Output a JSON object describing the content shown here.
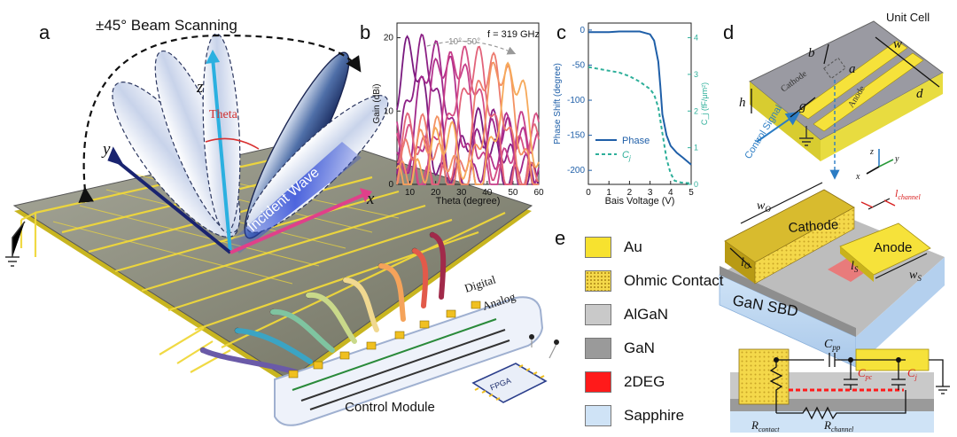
{
  "panels": {
    "a": "a",
    "b": "b",
    "c": "c",
    "d": "d",
    "e": "e"
  },
  "panel_a": {
    "beam_scanning": "±45° Beam Scanning",
    "theta": "Theta",
    "axis_z": "z",
    "axis_y": "y",
    "axis_x": "x",
    "incident_wave": "Incident Wave",
    "digital": "Digital",
    "analog": "Analog",
    "fpga": "FPGA",
    "control_module": "Control Module"
  },
  "panel_d": {
    "unit_cell": "Unit Cell",
    "a": "a",
    "b": "b",
    "w": "w",
    "g": "g",
    "d": "d",
    "h": "h",
    "cathode": "Cathode",
    "anode": "Anode",
    "control_signal": "Control Signal",
    "ax_z": "z",
    "ax_y": "y",
    "ax_x": "x",
    "cathode_big": "Cathode",
    "anode_big": "Anode",
    "w_o": "w",
    "w_o_sub": "O",
    "l_o": "l",
    "l_o_sub": "O",
    "l_s": "l",
    "l_s_sub": "S",
    "w_s": "w",
    "w_s_sub": "S",
    "l_channel": "l",
    "l_channel_sub": "channel",
    "gan_sbd": "GaN SBD",
    "c_pp": "C",
    "c_pp_sub": "pp",
    "c_pc": "C",
    "c_pc_sub": "pc",
    "c_j": "C",
    "c_j_sub": "j",
    "r_contact": "R",
    "r_contact_sub": "contact",
    "r_channel": "R",
    "r_channel_sub": "channel"
  },
  "legend": [
    {
      "label": "Au",
      "color": "#f7e22f",
      "pattern": false
    },
    {
      "label": "Ohmic Contact",
      "color": "#f4d84a",
      "pattern": true
    },
    {
      "label": "AlGaN",
      "color": "#c9c9c9",
      "pattern": false
    },
    {
      "label": "GaN",
      "color": "#9a9a9a",
      "pattern": false
    },
    {
      "label": "2DEG",
      "color": "#ff1a1a",
      "pattern": false
    },
    {
      "label": "Sapphire",
      "color": "#cfe3f6",
      "pattern": false
    }
  ],
  "chart_data": [
    {
      "type": "line",
      "title": "f = 319 GHz",
      "annotation": "10°~50°",
      "xlabel": "Theta (degree)",
      "ylabel": "Gain (dBi)",
      "xlim": [
        5,
        60
      ],
      "ylim": [
        0,
        22
      ],
      "xticks": [
        10,
        20,
        30,
        40,
        50,
        60
      ],
      "yticks": [
        0,
        10,
        20
      ],
      "xtick_labels": [
        "10",
        "20",
        "30",
        "40",
        "50",
        "60"
      ],
      "ytick_labels": [
        "0",
        "10",
        "20"
      ],
      "peak_angles": [
        10,
        15,
        19,
        23,
        28,
        32,
        36,
        41,
        45,
        50
      ],
      "peak_gains": [
        18,
        18,
        17.5,
        17,
        17,
        16.5,
        16.5,
        16,
        16,
        15
      ],
      "colors": [
        "#7a1a7f",
        "#8c2085",
        "#a0278a",
        "#b3318c",
        "#c63f8a",
        "#d54f84",
        "#e2637a",
        "#ec7a6d",
        "#f39262",
        "#f6a95a"
      ]
    },
    {
      "type": "line",
      "xlabel": "Bais Voltage (V)",
      "ylabel": "Phase Shift (degree)",
      "ylabel_right": "C_j (fF/μm²)",
      "xlim": [
        0,
        5
      ],
      "ylim": [
        -220,
        10
      ],
      "ylim_right": [
        0,
        4.4
      ],
      "xticks": [
        0,
        1,
        2,
        3,
        4,
        5
      ],
      "yticks": [
        0,
        -50,
        -100,
        -150,
        -200
      ],
      "xtick_labels": [
        "0",
        "1",
        "2",
        "3",
        "4",
        "5"
      ],
      "ytick_labels": [
        "0",
        "-50",
        "-100",
        "-150",
        "-200"
      ],
      "yticks_right": [
        0,
        1,
        2,
        3,
        4
      ],
      "ytick_labels_right": [
        "0",
        "1",
        "2",
        "3",
        "4"
      ],
      "series": [
        {
          "name": "Phase",
          "axis": "left",
          "color": "#1f5fa8",
          "dash": false,
          "x": [
            0,
            0.5,
            1,
            1.5,
            2,
            2.5,
            3,
            3.2,
            3.4,
            3.5,
            3.6,
            3.8,
            4,
            4.3,
            4.6,
            5
          ],
          "y": [
            -3,
            -3,
            -3,
            -2,
            -2,
            -2,
            -6,
            -15,
            -45,
            -80,
            -120,
            -150,
            -165,
            -175,
            -182,
            -192
          ]
        },
        {
          "name": "C",
          "name_sub": "j",
          "axis": "right",
          "color": "#2eaf9a",
          "dash": true,
          "x": [
            0,
            0.5,
            1,
            1.5,
            2,
            2.5,
            3,
            3.2,
            3.4,
            3.6,
            3.8,
            4,
            4.2,
            4.5,
            5
          ],
          "y": [
            3.2,
            3.15,
            3.1,
            3.05,
            2.95,
            2.8,
            2.6,
            2.45,
            2.1,
            1.4,
            0.7,
            0.3,
            0.1,
            0.05,
            0.03
          ]
        }
      ]
    }
  ]
}
